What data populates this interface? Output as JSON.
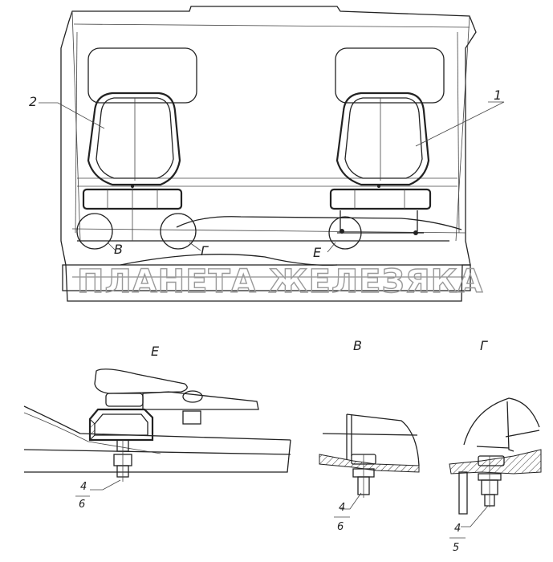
{
  "watermark": "ПЛАНЕТА ЖЕЛЕЗЯКА",
  "callouts": {
    "seat_right": "1",
    "seat_left": "2",
    "circle_b": "В",
    "circle_g": "Г",
    "circle_e": "Е"
  },
  "details": {
    "e": {
      "title": "Е",
      "part_top": "4",
      "part_bottom": "6"
    },
    "b": {
      "title": "В",
      "part_top": "4",
      "part_bottom": "6"
    },
    "g": {
      "title": "Г",
      "part_top": "4",
      "part_bottom": "5"
    }
  }
}
